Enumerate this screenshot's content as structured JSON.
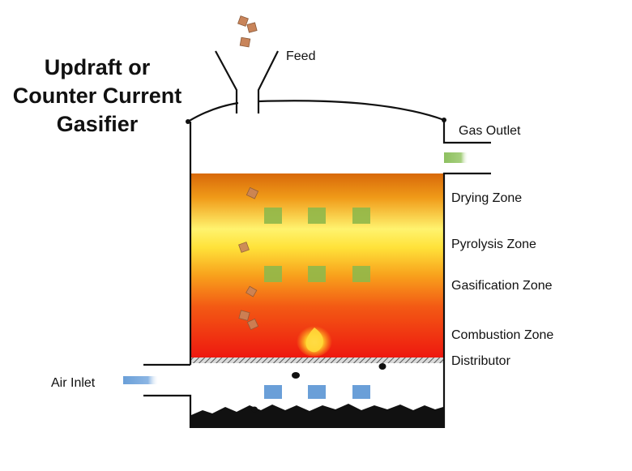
{
  "title_lines": [
    "Updraft or",
    "Counter Current",
    "Gasifier"
  ],
  "labels": {
    "feed": "Feed",
    "gas_outlet": "Gas Outlet",
    "drying_zone": "Drying Zone",
    "pyrolysis_zone": "Pyrolysis Zone",
    "gasification_zone": "Gasification Zone",
    "combustion_zone": "Combustion Zone",
    "distributor": "Distributor",
    "air_inlet": "Air Inlet"
  },
  "colors": {
    "outline": "#111111",
    "zone_top": "#e07a10",
    "zone_mid": "#fff27a",
    "zone_bottom": "#f01a10",
    "volatiles": "#8fb84a",
    "gas": "#8dc060",
    "air": "#6a9fd8",
    "biomass": "#c8845a",
    "ash": "#111111",
    "flame": "#ffd23a"
  }
}
